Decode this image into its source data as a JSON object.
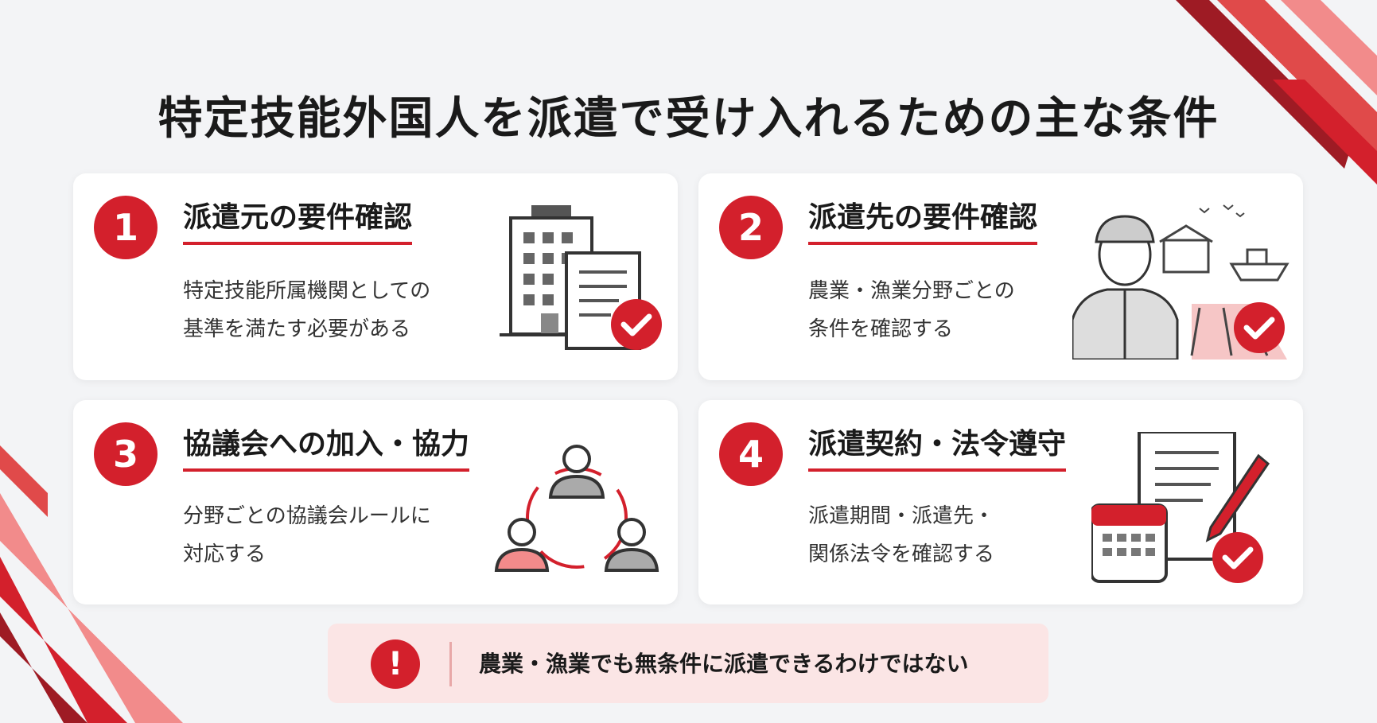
{
  "title": "特定技能外国人を派遣で受け入れるための主な条件",
  "accent_color": "#d3202c",
  "cards": [
    {
      "number": "1",
      "heading": "派遣元の要件確認",
      "desc_lines": [
        "特定技能所属機関としての",
        "基準を満たす必要がある"
      ],
      "illustration": "office-building-document-check-icon"
    },
    {
      "number": "2",
      "heading": "派遣先の要件確認",
      "desc_lines": [
        "農業・漁業分野ごとの",
        "条件を確認する"
      ],
      "illustration": "worker-farm-boat-check-icon"
    },
    {
      "number": "3",
      "heading": "協議会への加入・協力",
      "desc_lines": [
        "分野ごとの協議会ルールに",
        "対応する"
      ],
      "illustration": "people-network-icon"
    },
    {
      "number": "4",
      "heading": "派遣契約・法令遵守",
      "desc_lines": [
        "派遣期間・派遣先・",
        "関係法令を確認する"
      ],
      "illustration": "contract-calendar-pen-check-icon"
    }
  ],
  "note": {
    "icon": "!",
    "text": "農業・漁業でも無条件に派遣できるわけではない"
  }
}
